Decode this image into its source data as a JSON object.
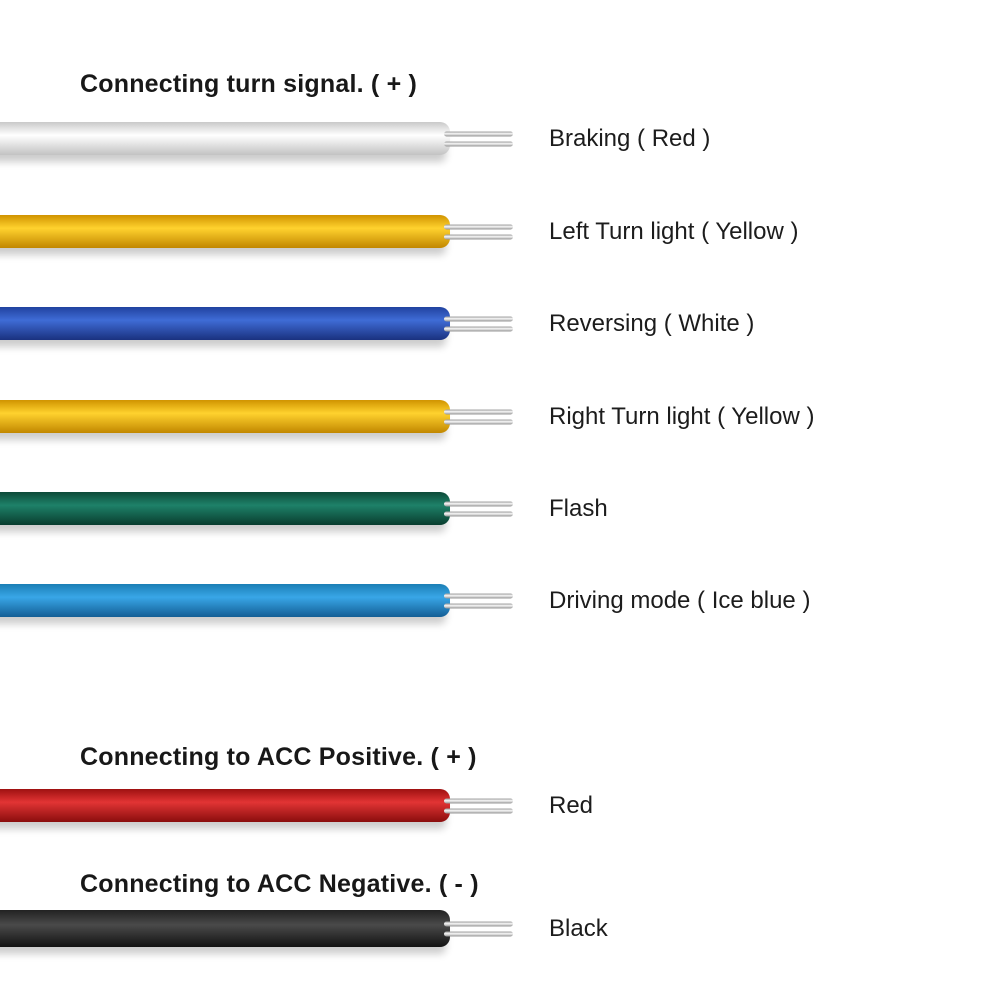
{
  "page": {
    "background": "#ffffff",
    "text_color": "#1c1c1c",
    "strand_color": "#b5b5b5"
  },
  "sections": [
    {
      "heading": "Connecting turn signal. ( + )",
      "wires": [
        {
          "function": "braking",
          "label": "Braking ( Red )",
          "wire_color_name": "white",
          "colors": {
            "top": "#c9c9c9",
            "mid": "#ffffff",
            "bottom": "#c2c2c2"
          }
        },
        {
          "function": "left-turn-light",
          "label": "Left Turn light ( Yellow )",
          "wire_color_name": "yellow",
          "colors": {
            "top": "#d09300",
            "mid": "#ffd22e",
            "bottom": "#c18700"
          }
        },
        {
          "function": "reversing",
          "label": "Reversing ( White )",
          "wire_color_name": "blue",
          "colors": {
            "top": "#21429f",
            "mid": "#3f6cd6",
            "bottom": "#1a317f"
          }
        },
        {
          "function": "right-turn-light",
          "label": "Right Turn light ( Yellow )",
          "wire_color_name": "yellow",
          "colors": {
            "top": "#d09300",
            "mid": "#ffd22e",
            "bottom": "#c18700"
          }
        },
        {
          "function": "flash",
          "label": "Flash",
          "wire_color_name": "green",
          "colors": {
            "top": "#0c4a38",
            "mid": "#1e8169",
            "bottom": "#093d2e"
          }
        },
        {
          "function": "driving-mode",
          "label": "Driving mode ( Ice blue )",
          "wire_color_name": "ice-blue",
          "colors": {
            "top": "#1b7fb5",
            "mid": "#39a6e7",
            "bottom": "#135e95"
          }
        }
      ]
    },
    {
      "heading": "Connecting to ACC Positive. ( + )",
      "wires": [
        {
          "function": "acc-positive",
          "label": "Red",
          "wire_color_name": "red",
          "colors": {
            "top": "#9e1111",
            "mid": "#e23434",
            "bottom": "#8a0d0d"
          }
        }
      ]
    },
    {
      "heading": "Connecting to ACC Negative. ( - )",
      "wires": [
        {
          "function": "acc-negative",
          "label": "Black",
          "wire_color_name": "black",
          "colors": {
            "top": "#222222",
            "mid": "#4a4a4a",
            "bottom": "#121212"
          }
        }
      ]
    }
  ]
}
